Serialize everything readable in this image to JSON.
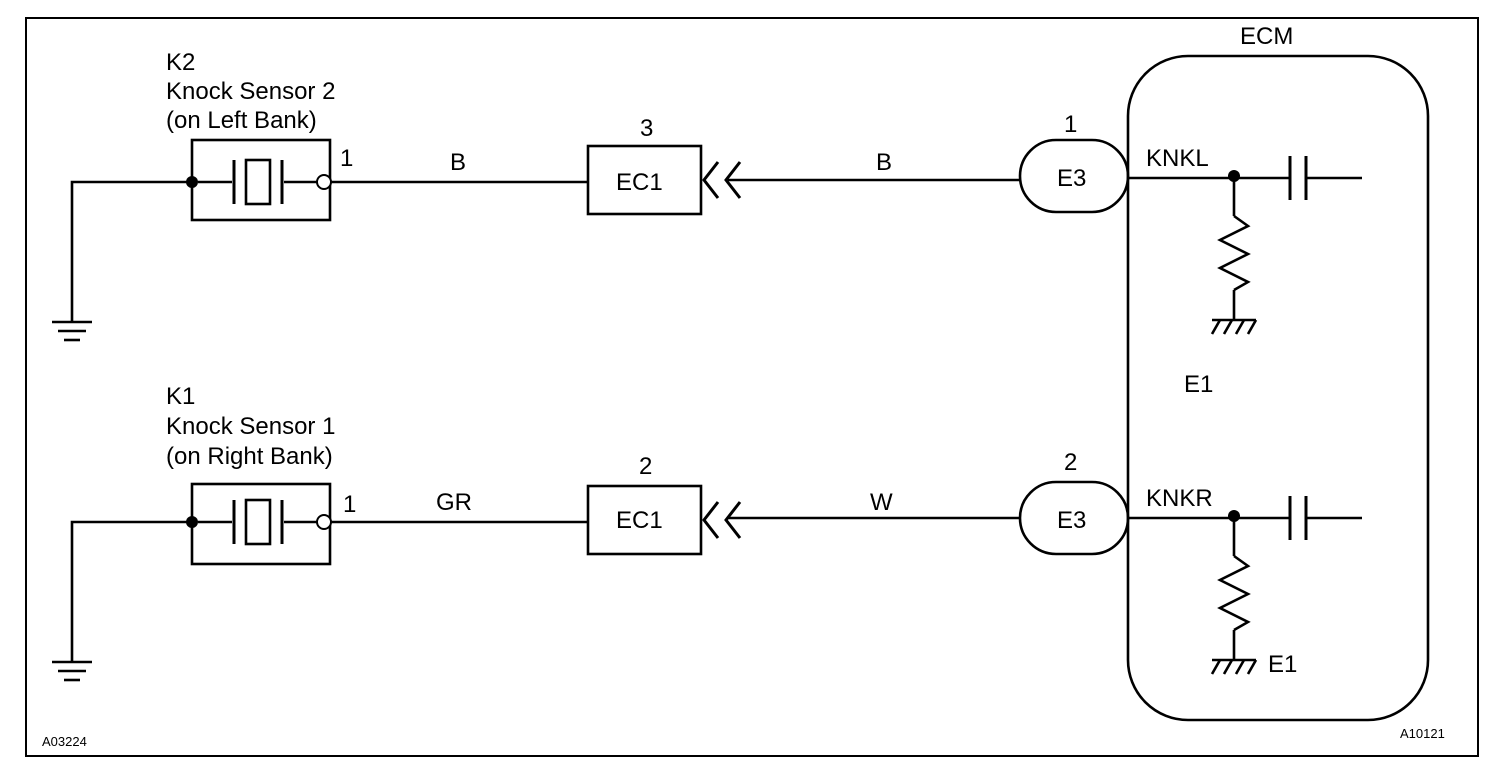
{
  "sensor_top": {
    "code": "K2",
    "name": "Knock Sensor 2",
    "location": "(on Left Bank)",
    "pin": "1",
    "wire_color": "B"
  },
  "sensor_bottom": {
    "code": "K1",
    "name": "Knock Sensor 1",
    "location": "(on Right Bank)",
    "pin": "1",
    "wire_color": "GR"
  },
  "connector_top": {
    "pin": "3",
    "label": "EC1",
    "wire_color": "B"
  },
  "connector_bottom": {
    "pin": "2",
    "label": "EC1",
    "wire_color": "W"
  },
  "ecm_connector_top": {
    "pin": "1",
    "label": "E3"
  },
  "ecm_connector_bottom": {
    "pin": "2",
    "label": "E3"
  },
  "ecm": {
    "title": "ECM",
    "terminal_top": "KNKL",
    "terminal_bottom": "KNKR",
    "ground_top": "E1",
    "ground_bottom": "E1"
  },
  "figure_ids": {
    "left": "A03224",
    "right": "A10121"
  }
}
